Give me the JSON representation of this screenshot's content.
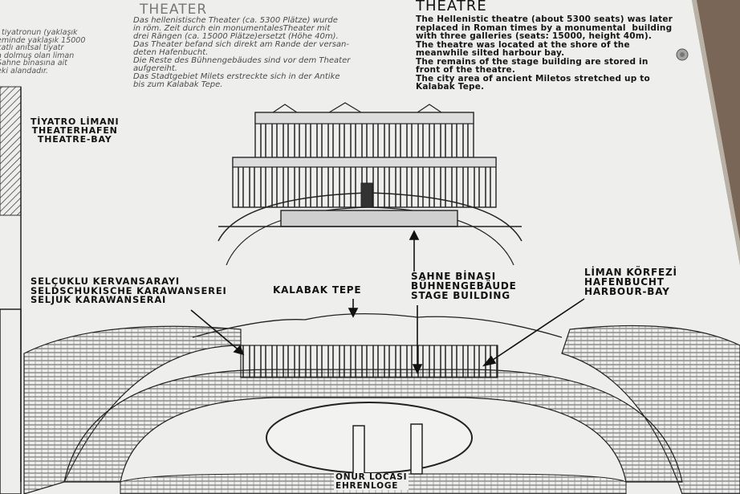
{
  "sign": {
    "title_de": "THEATER",
    "title_en": "THEATRE",
    "german_lines": [
      "Das hellenistische Theater (ca. 5300 Plätze) wurde",
      "in röm. Zeit durch ein monumentalesTheater mit",
      "drei Rängen (ca. 15000 Plätze)ersetzt (Höhe 40m).",
      "Das Theater befand sich direkt am Rande der versan-",
      "deten Hafenbucht.",
      "Die Reste des Bühnengebäudes sind vor dem Theater",
      "aufgereiht.",
      "Das Stadtgebiet Milets erstreckte sich in der Antike",
      "bis zum Kalabak Tepe."
    ],
    "english_lines": [
      "The Hellenistic theatre (about 5300 seats) was later",
      "replaced in Roman times by a monumental  building",
      "with three galleries (seats: 15000, height 40m).",
      "The theatre was located at the shore of the",
      "meanwhile silted harbour bay.",
      "The remains of the stage building are stored in",
      "front of the theatre.",
      "The city area of ancient Miletos stretched up to",
      "Kalabak Tepe."
    ],
    "turkish_fragment": [
      "tiyatronun (yaklaşık",
      "eminde yaklaşık 15000",
      "katlı anıtsal tiyatr",
      "a dolmuş olan liman",
      "Sahne binasına ait",
      "eki alandadır."
    ],
    "labels": {
      "theatre_bay": [
        "TİYATRO LİMANI",
        "THEATERHAFEN",
        "THEATRE-BAY"
      ],
      "caravanserai": [
        "SELÇUKLU KERVANSARAYI",
        "SELDSCHUKISCHE KARAWANSEREI",
        "SELJUK KARAWANSERAI"
      ],
      "kalabak": [
        "KALABAK TEPE"
      ],
      "stage": [
        "SAHNE BİNASI",
        "BÜHNENGEBÄUDE",
        "STAGE BUILDING"
      ],
      "harbour": [
        "LİMAN KÖRFEZİ",
        "HAFENBUCHT",
        "HARBOUR-BAY"
      ],
      "honour_box": [
        "ONUR LOCASI",
        "EHRENLOGE"
      ]
    }
  }
}
